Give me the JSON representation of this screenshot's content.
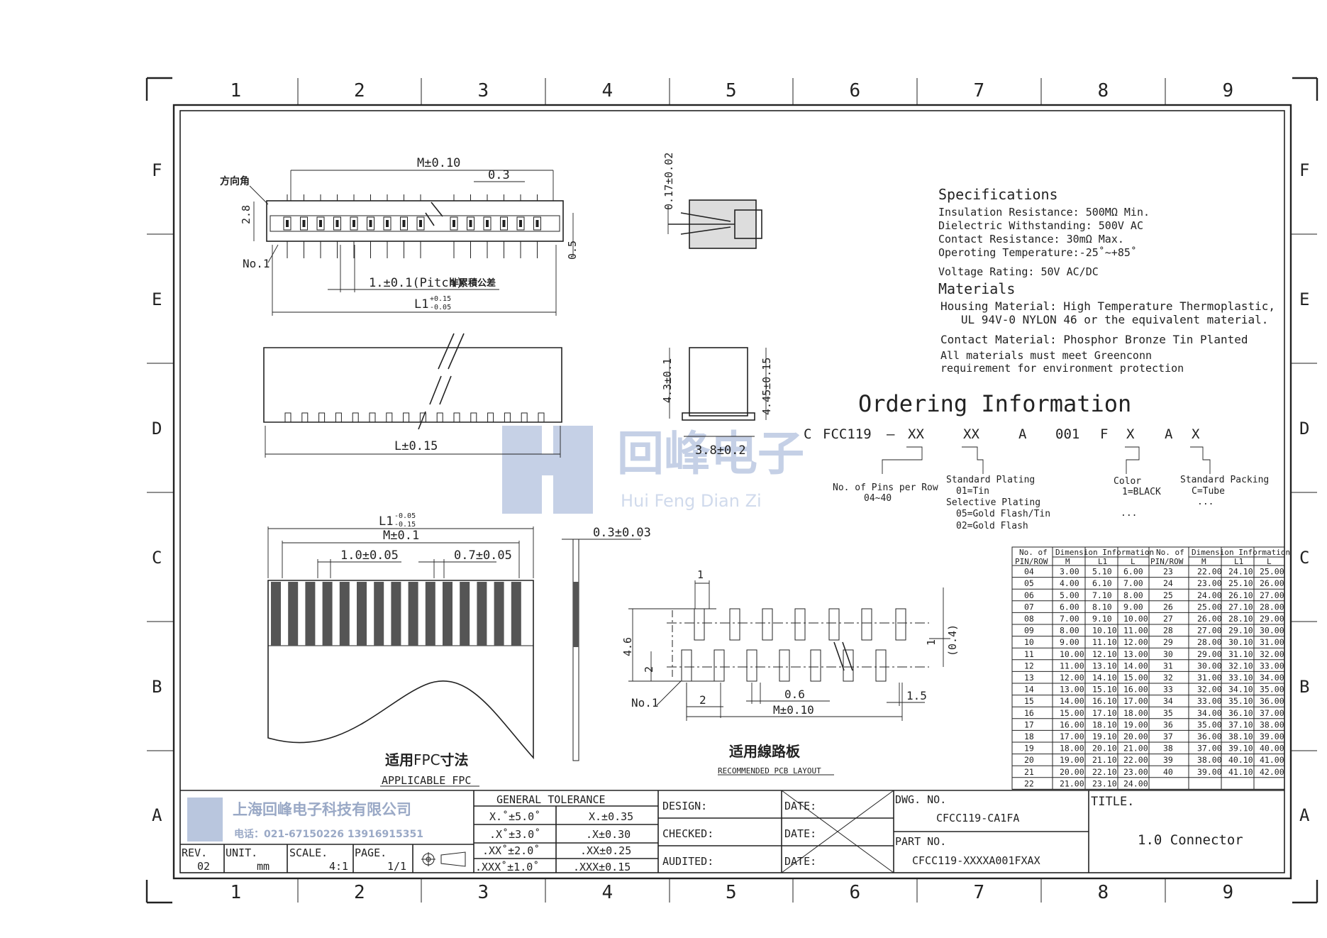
{
  "frame": {
    "columns": [
      "1",
      "2",
      "3",
      "4",
      "5",
      "6",
      "7",
      "8",
      "9"
    ],
    "rows": [
      "F",
      "E",
      "D",
      "C",
      "B",
      "A"
    ]
  },
  "top_view": {
    "dim_m": "M±0.10",
    "dim_pitch_gap": "0.3",
    "dim_height": "2.8",
    "dim_right": "0.5",
    "direction_label": "方向角",
    "no1_label": "No.1",
    "pitch_label": "1.±0.1(Pitch)",
    "pitch_note": "非累積公差",
    "dim_l1": "L1",
    "dim_l1_tol_upper": "+0.15",
    "dim_l1_tol_lower": "-0.05"
  },
  "front_view": {
    "dim_l": "L±0.15"
  },
  "side_view": {
    "dim_contact": "0.17±0.02",
    "dim_h1": "4.3±0.1",
    "dim_h2": "4.45±0.15",
    "dim_w": "3.8±0.2"
  },
  "fpc_view": {
    "dim_l1": "L1",
    "dim_l1_tol_upper": "-0.05",
    "dim_l1_tol_lower": "-0.15",
    "dim_m": "M±0.1",
    "dim_pitch": "1.0±0.05",
    "dim_width": "0.7±0.05",
    "dim_thk": "0.3±0.03",
    "title_cn_a": "适用",
    "title_cn_fpc": "FPC",
    "title_cn_b": "寸法",
    "title_en": "APPLICABLE FPC"
  },
  "pcb_view": {
    "dim_1": "1",
    "dim_46": "4.6",
    "dim_2": "2",
    "dim_04": "(0.4)",
    "dim_r1": "1",
    "no1_label": "No.1",
    "dim_06": "0.6",
    "dim_2b": "2",
    "dim_15": "1.5",
    "dim_m": "M±0.10",
    "title_cn": "适用線路板",
    "title_en": "RECOMMENDED PCB LAYOUT"
  },
  "specs": {
    "heading": "Specifications",
    "lines": [
      "Insulation Resistance: 500MΩ Min.",
      "Dielectric Withstanding:  500V AC",
      "Contact Resistance:  30mΩ Max.",
      "Operoting Temperature:-25˚~+85˚",
      "Voltage Rating: 50V AC/DC"
    ],
    "materials_heading": "Materials",
    "materials": [
      "Housing Material: High Temperature Thermoplastic,",
      "   UL 94V-0 NYLON 46 or the equivalent material.",
      "Contact Material: Phosphor Bronze  Tin Planted",
      "All materials must meet Greenconn",
      "requirement for environment protection"
    ]
  },
  "ordering": {
    "heading": "Ordering  Information",
    "code": [
      "C",
      "FCC119",
      "–",
      "XX",
      "XX",
      "A",
      "001",
      "F",
      "X",
      "A",
      "X"
    ],
    "pins_label": "No. of Pins per Row",
    "pins_range": "04~40",
    "plating_label": "Standard Plating",
    "plating_tin": "01=Tin",
    "selective_label": "Selective Plating",
    "plating_05": "05=Gold Flash/Tin",
    "plating_02": "02=Gold Flash",
    "color_label": "Color",
    "color_value": "1=BLACK",
    "color_more": "...",
    "packing_label": "Standard Packing",
    "packing_value": "C=Tube",
    "packing_more": "..."
  },
  "dim_table": {
    "h_pins": "No. of",
    "h_pins2": "PIN/ROW",
    "h_dim": "Dimension Information",
    "cols": [
      "M",
      "L1",
      "L"
    ],
    "left": [
      [
        "04",
        "3.00",
        "5.10",
        "6.00"
      ],
      [
        "05",
        "4.00",
        "6.10",
        "7.00"
      ],
      [
        "06",
        "5.00",
        "7.10",
        "8.00"
      ],
      [
        "07",
        "6.00",
        "8.10",
        "9.00"
      ],
      [
        "08",
        "7.00",
        "9.10",
        "10.00"
      ],
      [
        "09",
        "8.00",
        "10.10",
        "11.00"
      ],
      [
        "10",
        "9.00",
        "11.10",
        "12.00"
      ],
      [
        "11",
        "10.00",
        "12.10",
        "13.00"
      ],
      [
        "12",
        "11.00",
        "13.10",
        "14.00"
      ],
      [
        "13",
        "12.00",
        "14.10",
        "15.00"
      ],
      [
        "14",
        "13.00",
        "15.10",
        "16.00"
      ],
      [
        "15",
        "14.00",
        "16.10",
        "17.00"
      ],
      [
        "16",
        "15.00",
        "17.10",
        "18.00"
      ],
      [
        "17",
        "16.00",
        "18.10",
        "19.00"
      ],
      [
        "18",
        "17.00",
        "19.10",
        "20.00"
      ],
      [
        "19",
        "18.00",
        "20.10",
        "21.00"
      ],
      [
        "20",
        "19.00",
        "21.10",
        "22.00"
      ],
      [
        "21",
        "20.00",
        "22.10",
        "23.00"
      ],
      [
        "22",
        "21.00",
        "23.10",
        "24.00"
      ]
    ],
    "right": [
      [
        "23",
        "22.00",
        "24.10",
        "25.00"
      ],
      [
        "24",
        "23.00",
        "25.10",
        "26.00"
      ],
      [
        "25",
        "24.00",
        "26.10",
        "27.00"
      ],
      [
        "26",
        "25.00",
        "27.10",
        "28.00"
      ],
      [
        "27",
        "26.00",
        "28.10",
        "29.00"
      ],
      [
        "28",
        "27.00",
        "29.10",
        "30.00"
      ],
      [
        "29",
        "28.00",
        "30.10",
        "31.00"
      ],
      [
        "30",
        "29.00",
        "31.10",
        "32.00"
      ],
      [
        "31",
        "30.00",
        "32.10",
        "33.00"
      ],
      [
        "32",
        "31.00",
        "33.10",
        "34.00"
      ],
      [
        "33",
        "32.00",
        "34.10",
        "35.00"
      ],
      [
        "34",
        "33.00",
        "35.10",
        "36.00"
      ],
      [
        "35",
        "34.00",
        "36.10",
        "37.00"
      ],
      [
        "36",
        "35.00",
        "37.10",
        "38.00"
      ],
      [
        "37",
        "36.00",
        "38.10",
        "39.00"
      ],
      [
        "38",
        "37.00",
        "39.10",
        "40.00"
      ],
      [
        "39",
        "38.00",
        "40.10",
        "41.00"
      ],
      [
        "40",
        "39.00",
        "41.10",
        "42.00"
      ]
    ]
  },
  "watermark": {
    "cn": "回峰电子",
    "en": "Hui Feng Dian Zi"
  },
  "title_block": {
    "company": "上海回峰电子科技有限公司",
    "phone": "电话：021-67150226  13916915351",
    "rev_label": "REV.",
    "rev": "02",
    "unit_label": "UNIT.",
    "unit": "mm",
    "scale_label": "SCALE.",
    "scale": "4:1",
    "page_label": "PAGE.",
    "page": "1/1",
    "tolerance_title": "GENERAL  TOLERANCE",
    "tol": [
      [
        "X.˚±5.0˚",
        "X.±0.35"
      ],
      [
        ".X˚±3.0˚",
        ".X±0.30"
      ],
      [
        ".XX˚±2.0˚",
        ".XX±0.25"
      ],
      [
        ".XXX˚±1.0˚",
        ".XXX±0.15"
      ]
    ],
    "design": "DESIGN:",
    "checked": "CHECKED:",
    "audited": "AUDITED:",
    "date": "DATE:",
    "dwg_label": "DWG. NO.",
    "dwg": "CFCC119-CA1FA",
    "part_label": "PART NO.",
    "part": "CFCC119-XXXXA001FXAX",
    "title_label": "TITLE.",
    "title": "1.0 Connector"
  }
}
